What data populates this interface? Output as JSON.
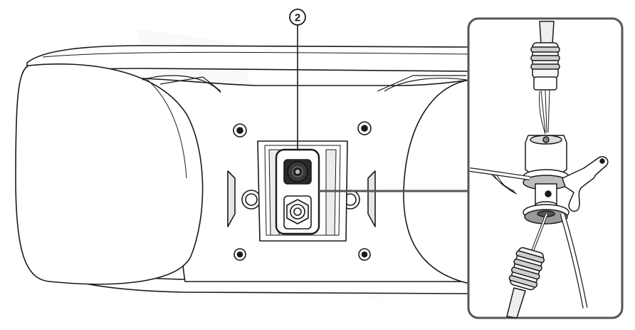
{
  "callout": {
    "number": "2"
  },
  "colors": {
    "line": "#1a1a1a",
    "frame": "#555555",
    "shade": "#cfcfcf",
    "watermark": "#f1f1f1"
  },
  "icons": {
    "speaker": "speaker-back-illustration",
    "detail": "binding-post-detail"
  }
}
